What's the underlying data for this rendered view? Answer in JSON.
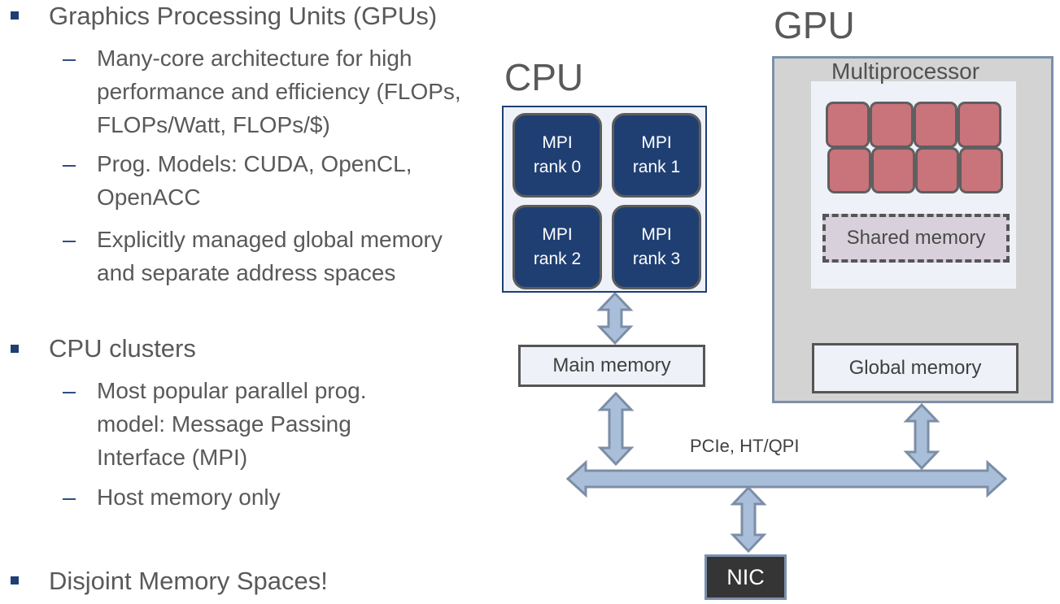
{
  "bullets": [
    {
      "text": "Graphics Processing Units (GPUs)",
      "sub": [
        "Many-core architecture for high performance and efficiency (FLOPs, FLOPs/Watt, FLOPs/$)",
        "Prog. Models: CUDA, OpenCL, OpenACC",
        "Explicitly managed global memory and separate address spaces"
      ]
    },
    {
      "text": "CPU clusters",
      "sub": [
        "Most popular parallel prog. model: Message Passing Interface (MPI)",
        "Host memory only"
      ]
    },
    {
      "text": "Disjoint Memory Spaces!",
      "sub": []
    }
  ],
  "diagram": {
    "cpu": {
      "title": "CPU",
      "ranks": [
        {
          "line1": "MPI",
          "line2": "rank 0"
        },
        {
          "line1": "MPI",
          "line2": "rank 1"
        },
        {
          "line1": "MPI",
          "line2": "rank 2"
        },
        {
          "line1": "MPI",
          "line2": "rank 3"
        }
      ],
      "memory": "Main memory"
    },
    "gpu": {
      "title": "GPU",
      "multiprocessor": "Multiprocessor",
      "core_count": 8,
      "shared_memory": "Shared memory",
      "global_memory": "Global memory"
    },
    "bus": "PCIe, HT/QPI",
    "nic": "NIC",
    "colors": {
      "cpu_rank": "#1f3f73",
      "gpu_core": "#c9737a",
      "arrow_fill": "#a9bfd9",
      "arrow_stroke": "#7c8ea6",
      "nic": "#353535"
    }
  }
}
